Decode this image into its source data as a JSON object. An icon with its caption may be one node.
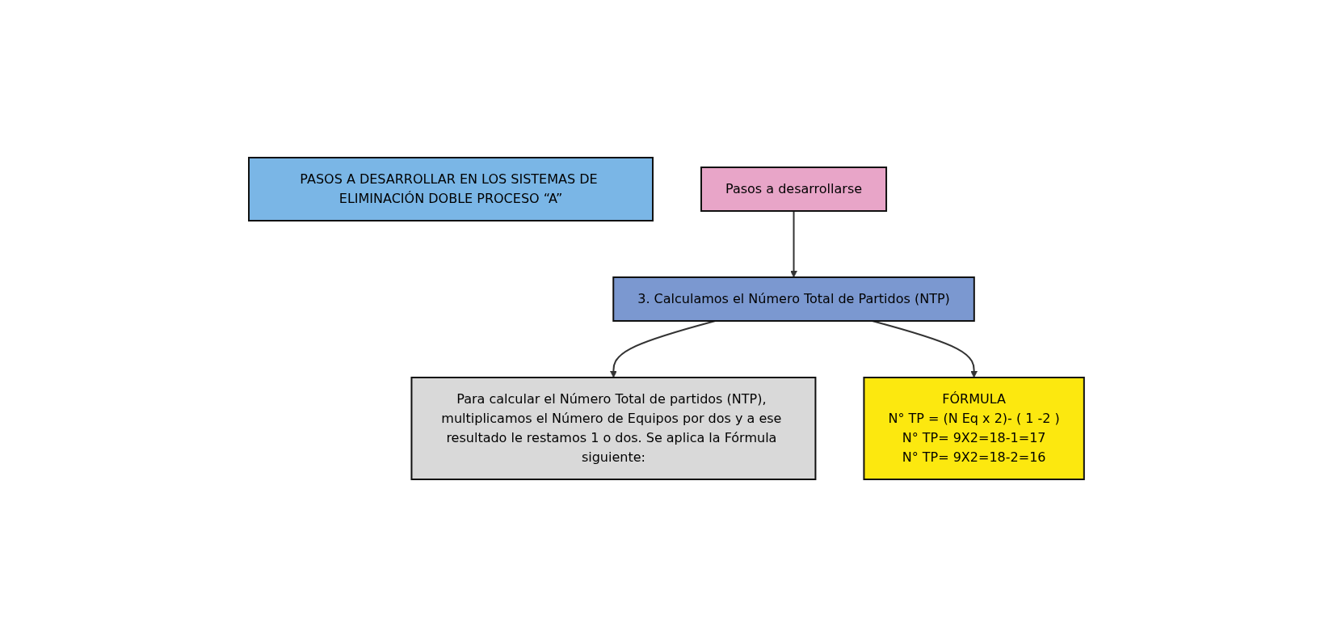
{
  "diagram": {
    "nodes": [
      {
        "text": [
          "PASOS A DESARROLLAR EN LOS SISTEMAS DE ELIMINACIÓN DOBLE PROCESO “A”"
        ]
      },
      {
        "text": [
          "Pasos a desarrollarse"
        ]
      },
      {
        "text": [
          "3. Calculamos el Número Total de Partidos (NTP)"
        ]
      },
      {
        "text": [
          "Para calcular el Número Total de partidos (NTP), multiplicamos el Número de Equipos por dos y a ese resultado le restamos 1 o dos. Se aplica la Fórmula siguiente:"
        ]
      },
      {
        "text": [
          "FÓRMULA",
          "N° TP = (N Eq x 2)- ( 1 -2 )",
          "N° TP= 9X2=18-1=17",
          "N° TP= 9X2=18-2=16"
        ]
      }
    ],
    "edges": [
      {
        "from": 1,
        "to": 2,
        "arrow": "to"
      },
      {
        "from": 2,
        "to": 3,
        "arrow": "to"
      },
      {
        "from": 2,
        "to": 4,
        "arrow": "to"
      }
    ]
  }
}
